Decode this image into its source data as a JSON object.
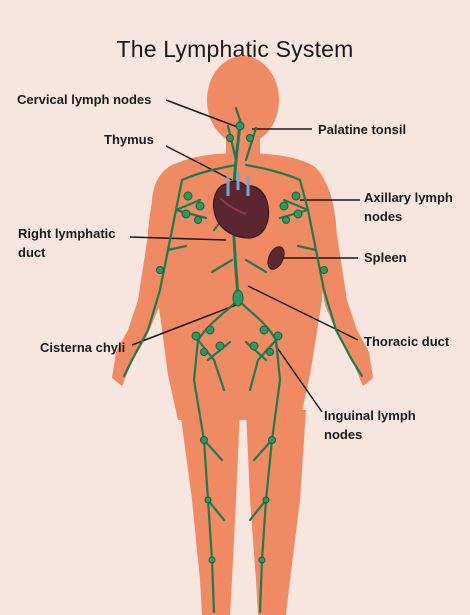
{
  "title": "The Lymphatic System",
  "labels": {
    "cervical_lymph_nodes": "Cervical lymph nodes",
    "palatine_tonsil": "Palatine tonsil",
    "thymus": "Thymus",
    "axillary_lymph_nodes": "Axillary lymph\nnodes",
    "right_lymphatic_duct": "Right lymphatic\nduct",
    "spleen": "Spleen",
    "cisterna_chyli": "Cisterna chyli",
    "thoracic_duct": "Thoracic duct",
    "inguinal_lymph_nodes": "Inguinal lymph\nnodes"
  },
  "colors": {
    "background": "#f6e6de",
    "body": "#f08a63",
    "lymph_vessel": "#1f7a4f",
    "heart": "#5a2630",
    "blood_vessel": "#6fa9cf",
    "spleen": "#5a2a2e"
  }
}
